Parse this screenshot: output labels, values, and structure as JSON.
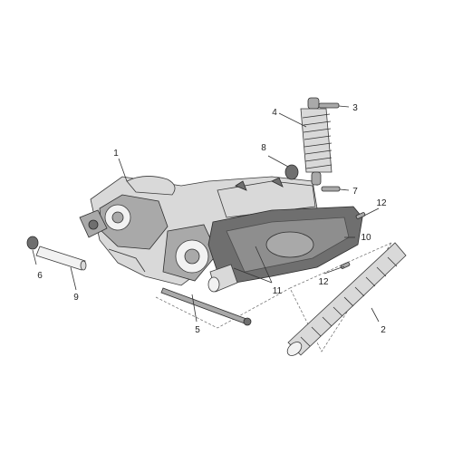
{
  "diagram": {
    "callouts": [
      {
        "id": "c1",
        "label": "1"
      },
      {
        "id": "c2",
        "label": "2"
      },
      {
        "id": "c3",
        "label": "3"
      },
      {
        "id": "c4",
        "label": "4"
      },
      {
        "id": "c5",
        "label": "5"
      },
      {
        "id": "c6",
        "label": "6"
      },
      {
        "id": "c7",
        "label": "7"
      },
      {
        "id": "c8",
        "label": "8"
      },
      {
        "id": "c9",
        "label": "9"
      },
      {
        "id": "c10",
        "label": "10"
      },
      {
        "id": "c11",
        "label": "11"
      },
      {
        "id": "c12a",
        "label": "12"
      },
      {
        "id": "c12b",
        "label": "12"
      }
    ],
    "colors": {
      "ink": "#222222",
      "dark_part": "#6f6f6f",
      "light_part": "#d9d9d9"
    }
  }
}
